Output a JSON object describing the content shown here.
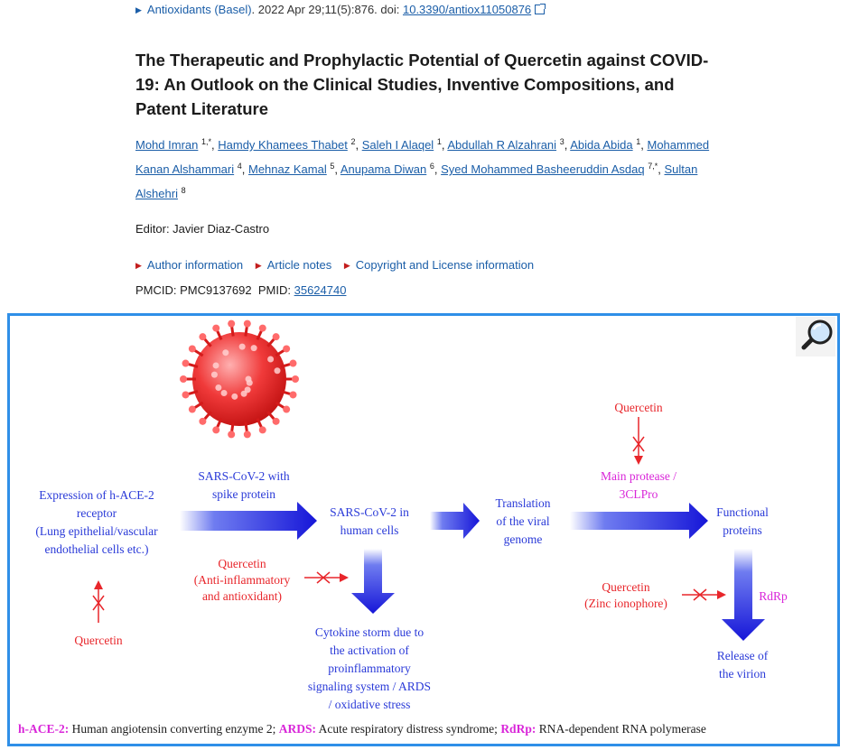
{
  "citation": {
    "journal": "Antioxidants (Basel)",
    "details": ". 2022 Apr 29;11(5):876. doi: ",
    "doi": "10.3390/antiox11050876"
  },
  "article": {
    "title": "The Therapeutic and Prophylactic Potential of Quercetin against COVID-19: An Outlook on the Clinical Studies, Inventive Compositions, and Patent Literature"
  },
  "authors": [
    {
      "name": "Mohd Imran",
      "sup": "1,*"
    },
    {
      "name": "Hamdy Khamees Thabet",
      "sup": "2"
    },
    {
      "name": "Saleh I Alaqel",
      "sup": "1"
    },
    {
      "name": "Abdullah R Alzahrani",
      "sup": "3"
    },
    {
      "name": "Abida Abida",
      "sup": "1"
    },
    {
      "name": "Mohammed Kanan Alshammari",
      "sup": "4"
    },
    {
      "name": "Mehnaz Kamal",
      "sup": "5"
    },
    {
      "name": "Anupama Diwan",
      "sup": "6"
    },
    {
      "name": "Syed Mohammed Basheeruddin Asdaq",
      "sup": "7,*"
    },
    {
      "name": "Sultan Alshehri",
      "sup": "8"
    }
  ],
  "editor": "Editor: Javier Diaz-Castro",
  "info_links": [
    "Author information",
    "Article notes",
    "Copyright and License information"
  ],
  "ids": {
    "pmcid_label": "PMCID:",
    "pmcid": "PMC9137692",
    "pmid_label": "PMID:",
    "pmid": "35624740"
  },
  "figure": {
    "expression": [
      "Expression of h-ACE-2",
      "receptor",
      "(Lung epithelial/vascular",
      "endothelial cells etc.)"
    ],
    "sars_spike": [
      "SARS-CoV-2 with",
      "spike protein"
    ],
    "sars_cells": [
      "SARS-CoV-2 in",
      "human cells"
    ],
    "translation": [
      "Translation",
      "of the viral",
      "genome"
    ],
    "quercetin": "Quercetin",
    "main_protease": [
      "Main protease /",
      "3CLPro"
    ],
    "functional": [
      "Functional",
      "proteins"
    ],
    "quercetin_anti": [
      "(Anti-inflammatory",
      "and antioxidant)"
    ],
    "quercetin_zinc": "(Zinc ionophore)",
    "rdrp": "RdRp",
    "cytokine": [
      "Cytokine storm due to",
      "the activation of",
      "proinflammatory",
      "signaling system / ARDS",
      "/ oxidative stress"
    ],
    "release": [
      "Release of",
      "the virion"
    ],
    "legend": [
      {
        "abbr": "h-ACE-2:",
        "text": " Human angiotensin converting enzyme 2; "
      },
      {
        "abbr": "ARDS:",
        "text": " Acute respiratory distress syndrome; "
      },
      {
        "abbr": "RdRp:",
        "text": " RNA-dependent RNA polymerase"
      }
    ]
  },
  "colors": {
    "link": "#1b5ea8",
    "figure_border": "#2f8fe8",
    "figure_blue": "#2a3ad8",
    "figure_red": "#e8262b",
    "figure_magenta": "#d926d9"
  }
}
